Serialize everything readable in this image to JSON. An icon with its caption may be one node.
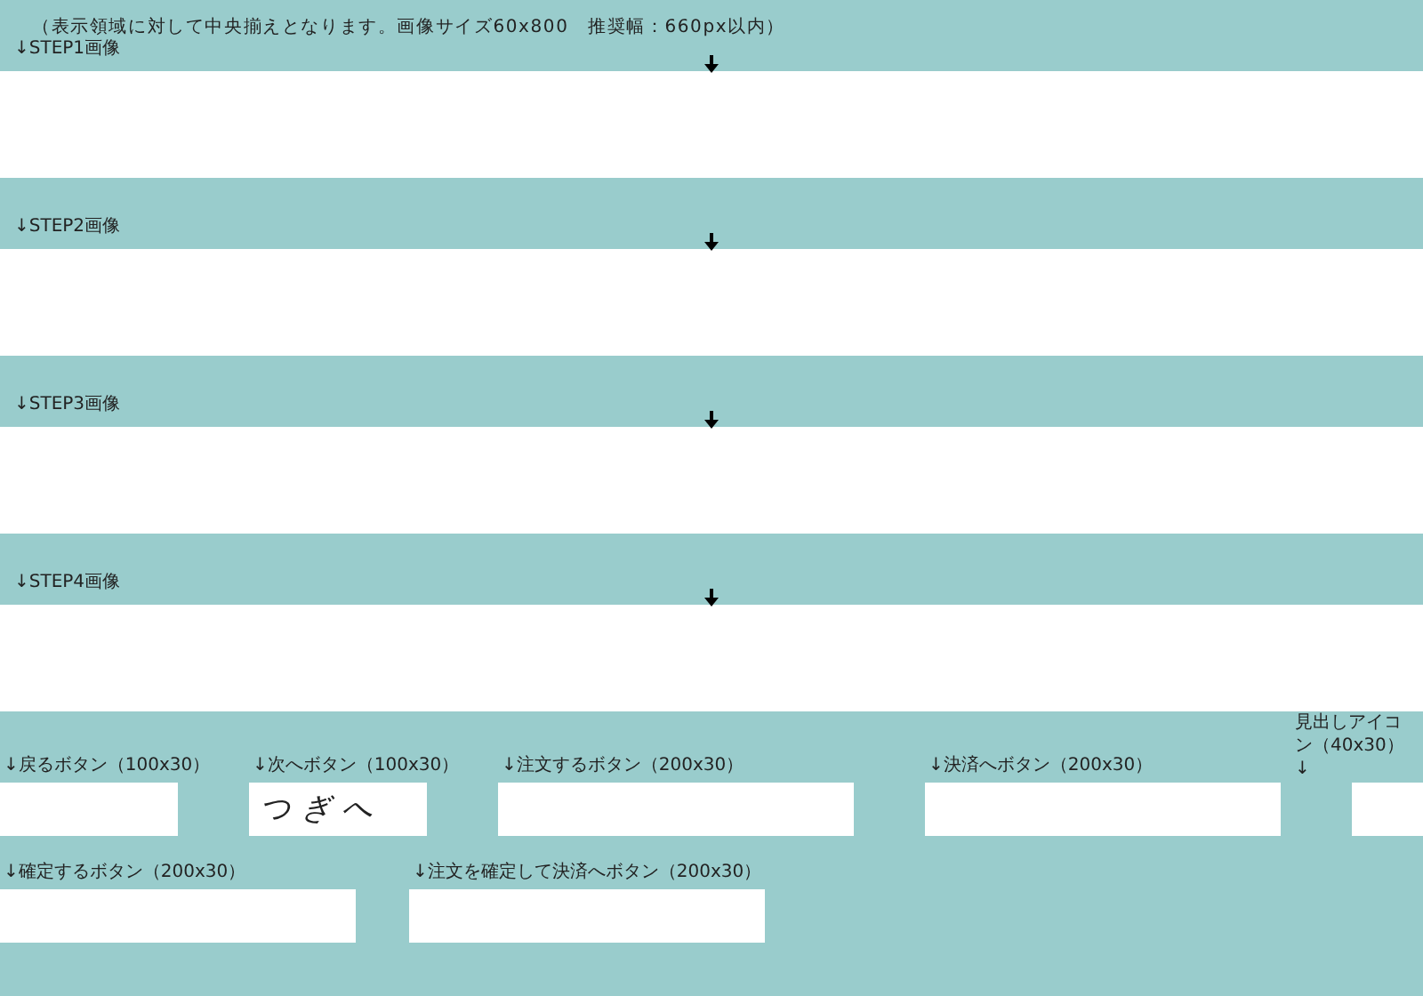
{
  "diagram": {
    "nodes": [
      {
        "text": [
          "↓STEP1画像"
        ]
      },
      {
        "text": [
          "↓STEP2画像"
        ]
      },
      {
        "text": [
          "↓STEP3画像"
        ]
      },
      {
        "text": [
          "↓STEP4画像"
        ]
      },
      {
        "text": [
          "↓戻るボタン（100x30）"
        ]
      },
      {
        "text": [
          "↓次へボタン（100x30）",
          "つぎへ"
        ]
      },
      {
        "text": [
          "↓注文するボタン（200x30）"
        ]
      },
      {
        "text": [
          "↓決済へボタン（200x30）"
        ]
      },
      {
        "text": [
          "見出しアイコン（40x30）↓"
        ]
      },
      {
        "text": [
          "↓確定するボタン（200x30）"
        ]
      },
      {
        "text": [
          "↓注文を確定して決済へボタン（200x30）"
        ]
      }
    ],
    "labels": [
      "（表示領域に対して中央揃えとなります。画像サイズ60x800　推奨幅：660px以内）"
    ]
  }
}
